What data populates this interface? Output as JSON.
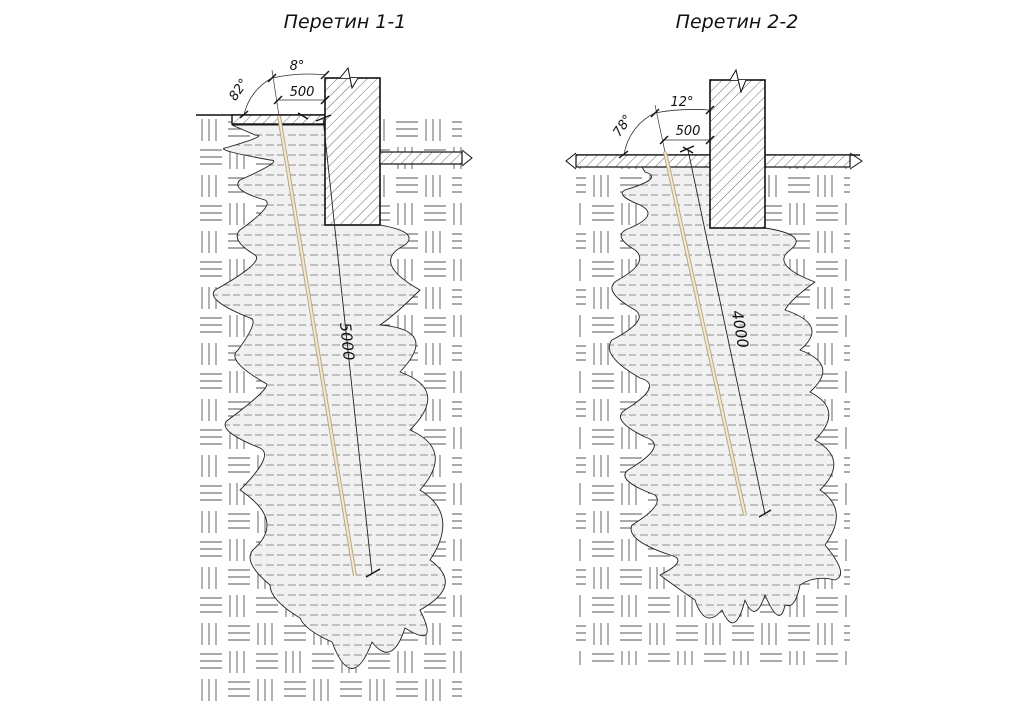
{
  "sections": [
    {
      "title": "Перетин 1-1",
      "angle_from_horizontal": "82°",
      "angle_from_vertical": "8°",
      "offset_dim": "500",
      "anchor_length": "5000"
    },
    {
      "title": "Перетин 2-2",
      "angle_from_horizontal": "78°",
      "angle_from_vertical": "12°",
      "offset_dim": "500",
      "anchor_length": "4000"
    }
  ],
  "colors": {
    "line": "#111111",
    "grout": "#f1f1f1",
    "anchor": "#e8d9b8"
  }
}
